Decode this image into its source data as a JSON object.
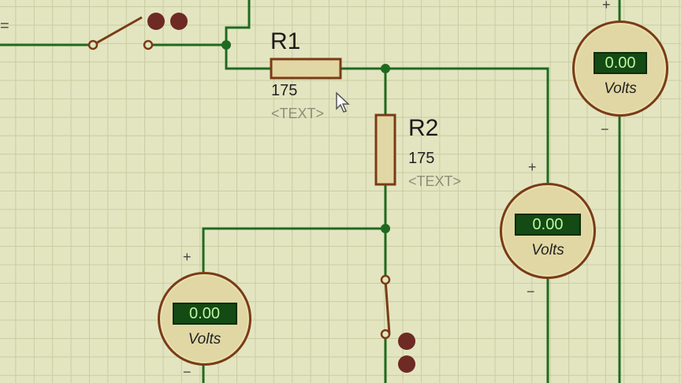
{
  "schematic": {
    "resistors": [
      {
        "ref": "R1",
        "value": "175",
        "text": "<TEXT>"
      },
      {
        "ref": "R2",
        "value": "175",
        "text": "<TEXT>"
      }
    ],
    "voltmeters": [
      {
        "reading": "0.00",
        "unit": "Volts",
        "plus": "+",
        "minus": "−"
      },
      {
        "reading": "0.00",
        "unit": "Volts",
        "plus": "+",
        "minus": "−"
      },
      {
        "reading": "0.00",
        "unit": "Volts",
        "plus": "+",
        "minus": "−"
      }
    ],
    "edge_label": "="
  },
  "colors": {
    "wire": "#1f6a1f",
    "component_outline": "#7a3b16",
    "component_fill": "#e1d7a4",
    "display_bg": "#144a14",
    "display_text": "#bff5a0",
    "grid": "#c9cca0",
    "background": "#e3e5c1"
  }
}
